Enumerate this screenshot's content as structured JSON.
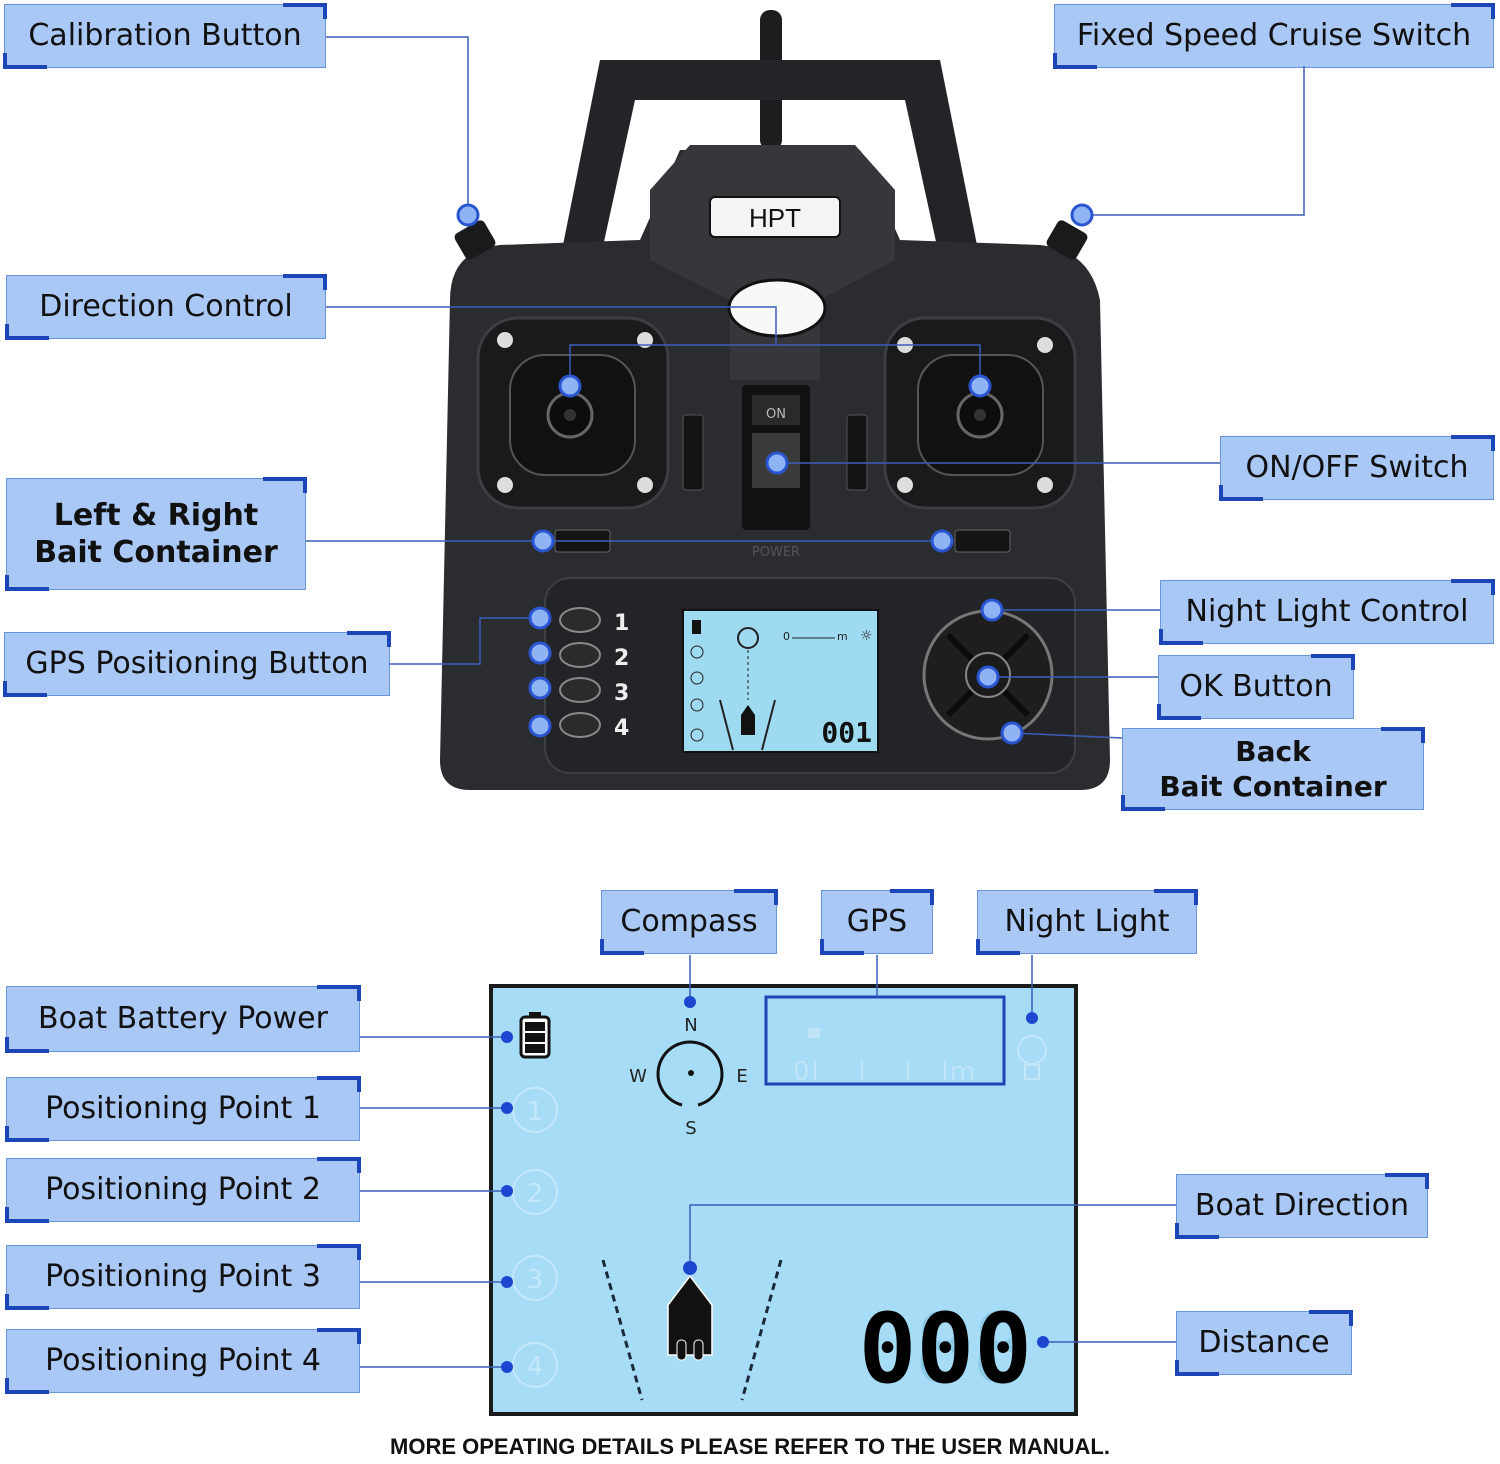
{
  "top_section": {
    "brand": "HPT",
    "power_switch": {
      "on_label": "ON",
      "caption": "POWER"
    },
    "gps_buttons": [
      "1",
      "2",
      "3",
      "4"
    ],
    "small_lcd": {
      "distance_readout": "001",
      "scale_start": "0",
      "scale_unit": "m"
    },
    "labels": {
      "calibration_button": "Calibration Button",
      "fixed_speed_cruise_switch": "Fixed Speed Cruise Switch",
      "direction_control": "Direction Control",
      "on_off_switch": "ON/OFF Switch",
      "left_right_bait_line1": "Left & Right",
      "left_right_bait_line2": "Bait Container",
      "gps_positioning_button": "GPS Positioning Button",
      "night_light_control": "Night Light Control",
      "ok_button": "OK Button",
      "back_bait_line1": "Back",
      "back_bait_line2": "Bait Container"
    }
  },
  "lcd_section": {
    "compass_letters": {
      "n": "N",
      "s": "S",
      "w": "W",
      "e": "E"
    },
    "gps_scale": {
      "start": "0",
      "unit": "m"
    },
    "positioning_points": [
      "1",
      "2",
      "3",
      "4"
    ],
    "distance_value": "000",
    "labels": {
      "compass": "Compass",
      "gps": "GPS",
      "night_light": "Night Light",
      "boat_battery_power": "Boat Battery Power",
      "positioning_point_1": "Positioning Point 1",
      "positioning_point_2": "Positioning Point 2",
      "positioning_point_3": "Positioning Point 3",
      "positioning_point_4": "Positioning Point 4",
      "boat_direction": "Boat Direction",
      "distance": "Distance"
    }
  },
  "footer": "MORE OPEATING DETAILS PLEASE REFER TO THE USER MANUAL.",
  "colors": {
    "label_fill": "#a9c8f5",
    "accent_blue": "#1c46b8",
    "lcd_background": "#a6dcf6",
    "controller_body": "#2b2c2f"
  }
}
